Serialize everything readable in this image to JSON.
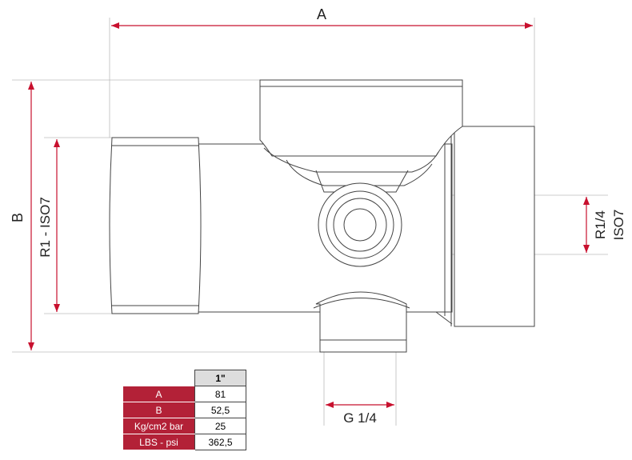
{
  "dimensions": {
    "a_label": "A",
    "b_label": "B",
    "r1_label": "R1 - ISO7",
    "r14_label_line1": "R1/4",
    "r14_label_line2": "ISO7",
    "g14_label": "G 1/4"
  },
  "table": {
    "size_header": "1\"",
    "rows": [
      {
        "label": "A",
        "value": "81"
      },
      {
        "label": "B",
        "value": "52,5"
      },
      {
        "label": "Kg/cm2 bar",
        "value": "25"
      },
      {
        "label": "LBS - psi",
        "value": "362,5"
      }
    ]
  },
  "colors": {
    "dimension_red": "#c8102e",
    "label_red": "#b32137",
    "line": "#444444",
    "guide": "#bbbbbb"
  }
}
